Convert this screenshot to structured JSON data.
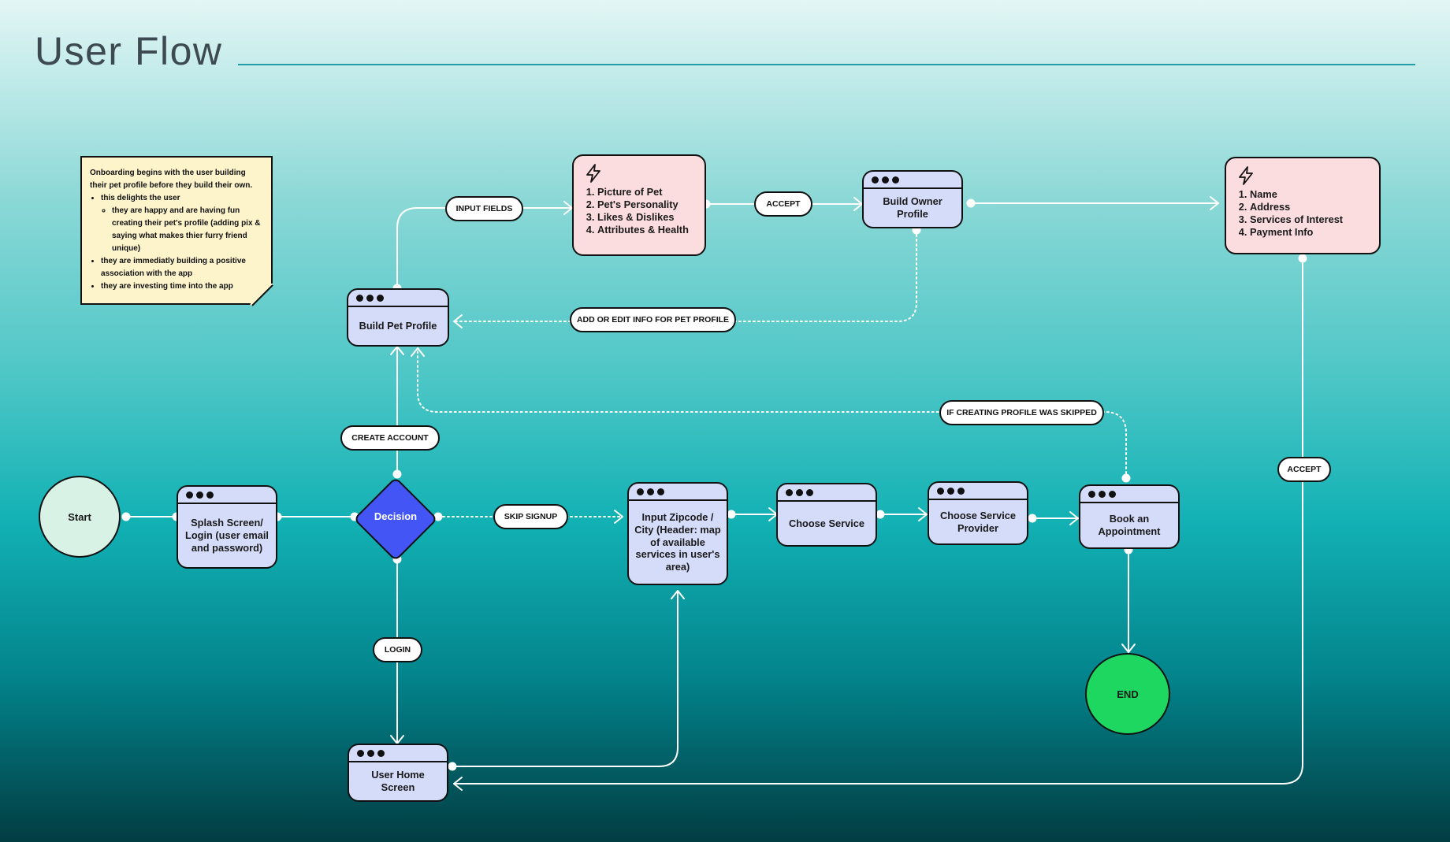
{
  "title": "User Flow",
  "note": {
    "intro": "Onboarding begins with the user building their pet profile before they build their own.",
    "bullets": [
      {
        "text": "this delights the user",
        "sub": [
          "they are happy and are having fun creating their pet's profile (adding pix & saying what makes thier furry friend unique)"
        ]
      },
      {
        "text": "they are immediatly building a  positive association with the app",
        "sub": []
      },
      {
        "text": "they are investing time into the app",
        "sub": []
      }
    ]
  },
  "nodes": {
    "start": "Start",
    "splash": "Splash Screen/ Login (user email and password)",
    "decision": "Decision",
    "build_pet_profile": "Build Pet Profile",
    "build_owner_profile": "Build Owner Profile",
    "user_home_screen": "User Home Screen",
    "input_zipcode": "Input Zipcode / City (Header: map of available services in user's area)",
    "choose_service": "Choose Service",
    "choose_service_provider": "Choose Service Provider",
    "book_appointment": "Book an Appointment",
    "end": "END"
  },
  "pet_info": [
    "Picture of Pet",
    "Pet's Personality",
    "Likes & Dislikes",
    "Attributes & Health"
  ],
  "owner_info": [
    "Name",
    "Address",
    "Services of Interest",
    "Payment Info"
  ],
  "edges": {
    "input_fields": "INPUT FIELDS",
    "accept_pet": "ACCEPT",
    "add_edit": "ADD OR EDIT INFO FOR PET PROFILE",
    "if_skipped": "IF CREATING PROFILE WAS SKIPPED",
    "create_account": "CREATE ACCOUNT",
    "skip_signup": "SKIP SIGNUP",
    "login": "LOGIN",
    "accept_owner": "ACCEPT"
  },
  "colors": {
    "window_fill": "#d4dcfa",
    "info_fill": "#fbdcdf",
    "decision_fill": "#4355f4",
    "start_fill": "#d9f2e6",
    "end_fill": "#1ed760",
    "note_fill": "#fdf4cc"
  }
}
